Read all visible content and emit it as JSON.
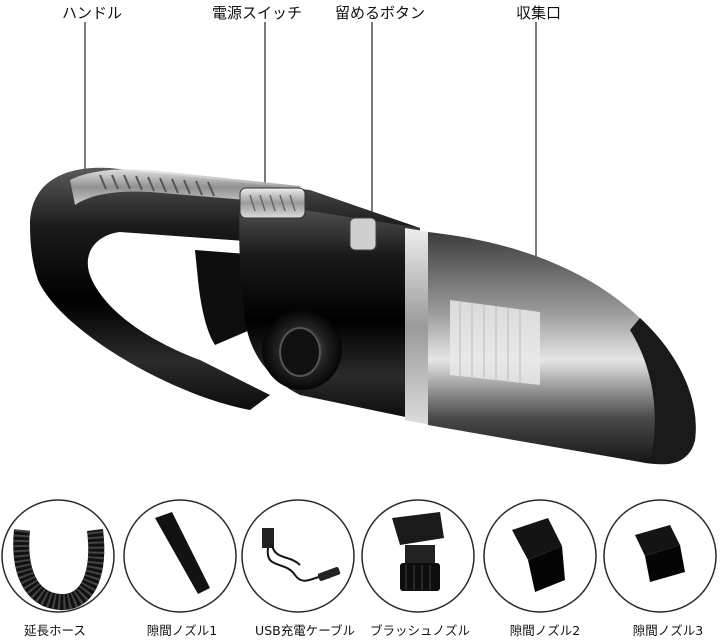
{
  "callouts": [
    {
      "label": "ハンドル"
    },
    {
      "label": "電源スイッチ"
    },
    {
      "label": "留めるボタン"
    },
    {
      "label": "収集口"
    }
  ],
  "accessories": [
    {
      "label": "延長ホース"
    },
    {
      "label": "隙間ノズル1"
    },
    {
      "label": "USB充電ケーブル"
    },
    {
      "label": "ブラッシュノズル"
    },
    {
      "label": "隙間ノズル2"
    },
    {
      "label": "隙間ノズル3"
    }
  ],
  "colors": {
    "body_dark": "#111111",
    "body_mid": "#3a3a3a",
    "chrome": "#c8c8c8",
    "circle_border": "#2a2a2a"
  }
}
